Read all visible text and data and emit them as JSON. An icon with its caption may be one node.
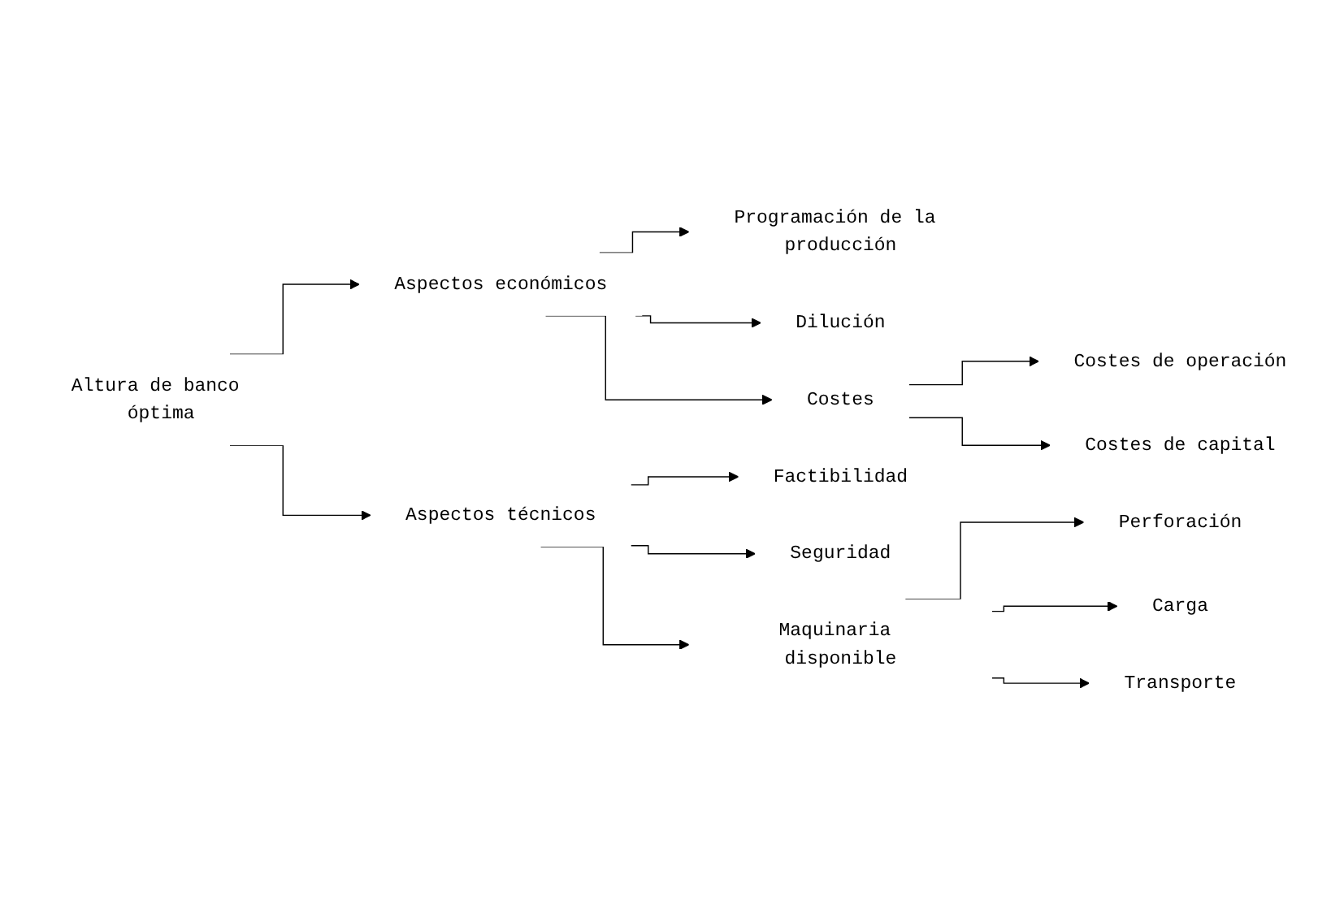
{
  "diagram": {
    "nodes": [
      {
        "text": [
          "Altura de banco óptima"
        ]
      },
      {
        "text": [
          "Aspectos económicos"
        ]
      },
      {
        "text": [
          "Aspectos técnicos"
        ]
      },
      {
        "text": [
          "Programación de la producción"
        ]
      },
      {
        "text": [
          "Dilución"
        ]
      },
      {
        "text": [
          "Costes"
        ]
      },
      {
        "text": [
          "Costes de operación"
        ]
      },
      {
        "text": [
          "Costes de capital"
        ]
      },
      {
        "text": [
          "Factibilidad"
        ]
      },
      {
        "text": [
          "Seguridad"
        ]
      },
      {
        "text": [
          "Maquinaria disponible"
        ]
      },
      {
        "text": [
          "Perforación"
        ]
      },
      {
        "text": [
          "Carga"
        ]
      },
      {
        "text": [
          "Transporte"
        ]
      }
    ],
    "edges": [
      {
        "from": 0,
        "to": 1,
        "arrow": "to"
      },
      {
        "from": 0,
        "to": 2,
        "arrow": "to"
      },
      {
        "from": 1,
        "to": 3,
        "arrow": "to"
      },
      {
        "from": 1,
        "to": 4,
        "arrow": "to"
      },
      {
        "from": 1,
        "to": 5,
        "arrow": "to"
      },
      {
        "from": 5,
        "to": 6,
        "arrow": "to"
      },
      {
        "from": 5,
        "to": 7,
        "arrow": "to"
      },
      {
        "from": 2,
        "to": 8,
        "arrow": "to"
      },
      {
        "from": 2,
        "to": 9,
        "arrow": "to"
      },
      {
        "from": 2,
        "to": 10,
        "arrow": "to"
      },
      {
        "from": 10,
        "to": 11,
        "arrow": "to"
      },
      {
        "from": 10,
        "to": 12,
        "arrow": "to"
      },
      {
        "from": 10,
        "to": 13,
        "arrow": "to"
      }
    ]
  }
}
